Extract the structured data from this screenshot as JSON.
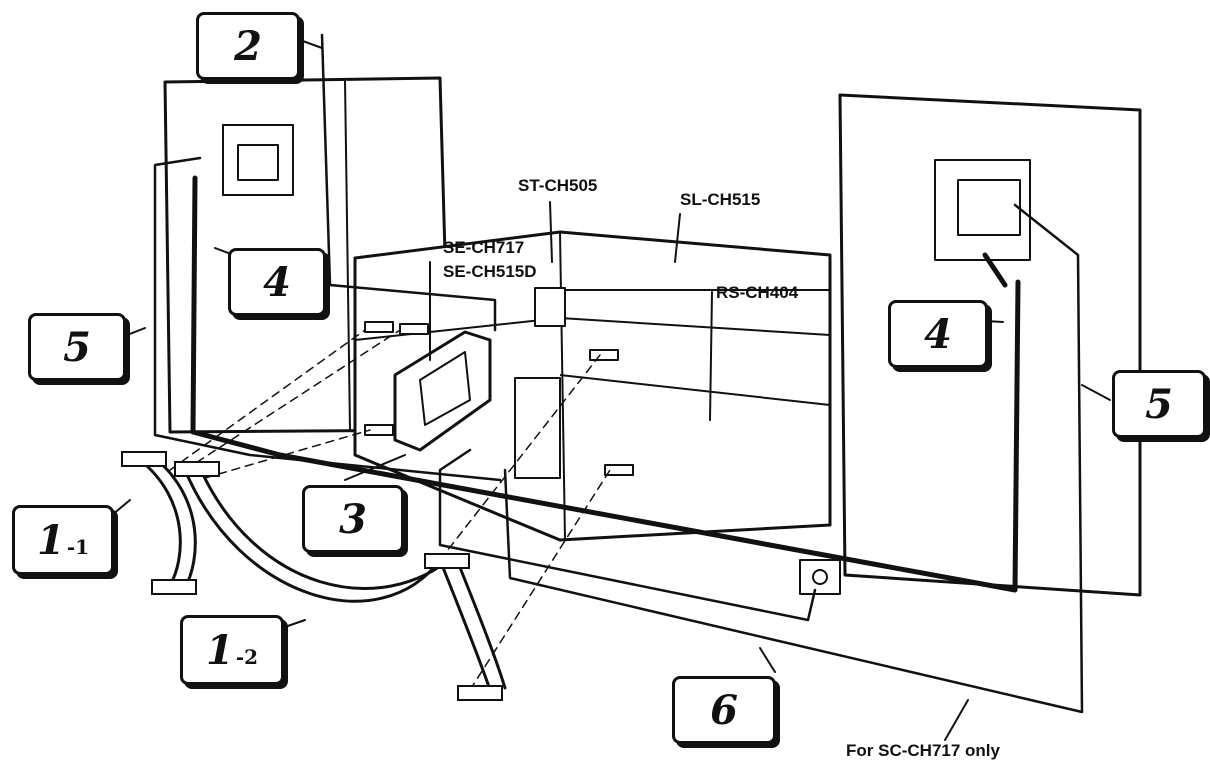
{
  "callouts": {
    "c2": "2",
    "c4_left": "4",
    "c5_left": "5",
    "c1_1_num": "1",
    "c1_1_sub": "-1",
    "c1_2_num": "1",
    "c1_2_sub": "-2",
    "c3": "3",
    "c4_right": "4",
    "c5_right": "5",
    "c6": "6"
  },
  "labels": {
    "st_ch505": "ST-CH505",
    "sl_ch515": "SL-CH515",
    "se_ch717": "SE-CH717",
    "se_ch515d": "SE-CH515D",
    "rs_ch404": "RS-CH404",
    "footnote": "For SC-CH717 only"
  }
}
